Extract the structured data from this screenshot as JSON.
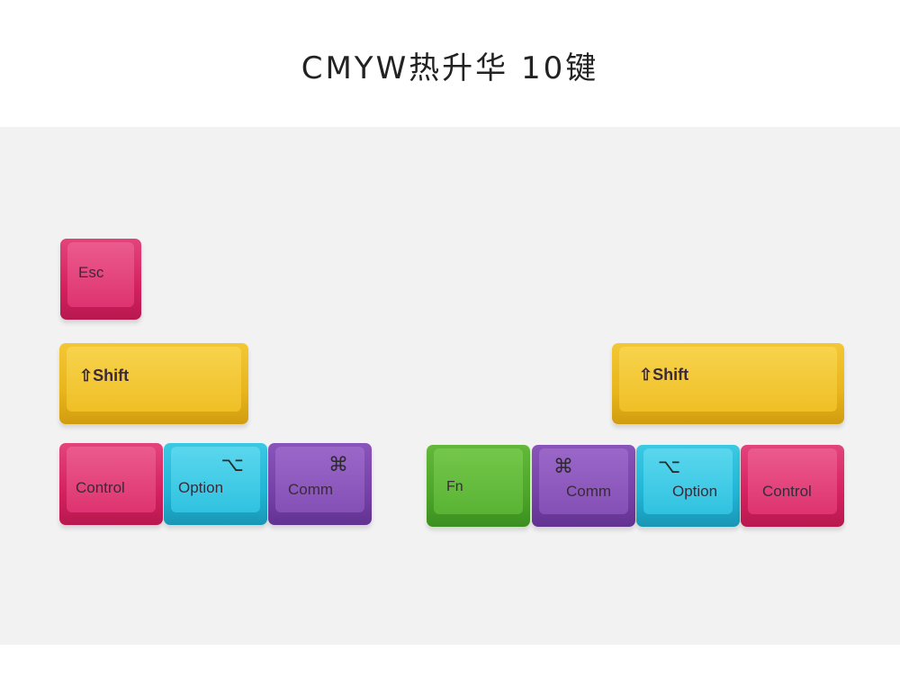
{
  "title": "CMYW热升华 10键",
  "keys": {
    "esc": "Esc",
    "shift_left": "⇧Shift",
    "shift_right": "⇧Shift",
    "control_left": "Control",
    "option_left": "Option",
    "option_symbol": "⌥",
    "comm_left": "Comm",
    "command_symbol": "⌘",
    "fn": "Fn",
    "comm_right": "Comm",
    "option_right": "Option",
    "control_right": "Control"
  },
  "colors": {
    "magenta": "#d5215f",
    "cyan": "#20b5d6",
    "purple": "#7641a8",
    "green": "#4da62a",
    "yellow": "#e8b51b"
  }
}
